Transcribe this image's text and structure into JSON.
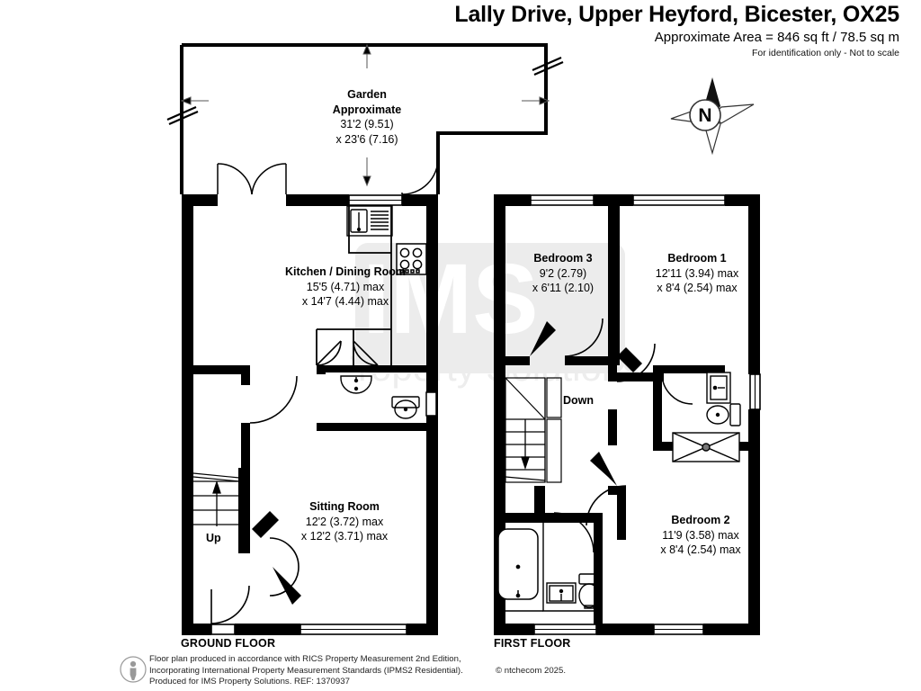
{
  "header": {
    "title": "Lally Drive, Upper Heyford, Bicester, OX25",
    "area": "Approximate Area = 846 sq ft / 78.5 sq m",
    "disclaimer": "For identification only - Not to scale"
  },
  "compass": {
    "label": "N",
    "name": "compass-rose"
  },
  "watermark": {
    "line1": "IMS",
    "line2": "Property Solutions"
  },
  "ground_floor": {
    "caption": "GROUND FLOOR",
    "rooms": [
      {
        "name": "Garden",
        "sub": "Approximate",
        "dim1": "31'2 (9.51)",
        "dim2": "x 23'6 (7.16)"
      },
      {
        "name": "Kitchen / Dining Room",
        "dim1": "15'5 (4.71) max",
        "dim2": "x 14'7 (4.44) max"
      },
      {
        "name": "Sitting Room",
        "dim1": "12'2 (3.72) max",
        "dim2": "x 12'2 (3.71) max"
      }
    ],
    "stair_label": "Up"
  },
  "first_floor": {
    "caption": "FIRST FLOOR",
    "rooms": [
      {
        "name": "Bedroom 3",
        "dim1": "9'2 (2.79)",
        "dim2": "x 6'11 (2.10)"
      },
      {
        "name": "Bedroom 1",
        "dim1": "12'11 (3.94) max",
        "dim2": "x 8'4 (2.54) max"
      },
      {
        "name": "Bedroom 2",
        "dim1": "11'9 (3.58) max",
        "dim2": "x 8'4 (2.54) max"
      }
    ],
    "stair_label": "Down"
  },
  "footer": {
    "line1": "Floor plan produced in accordance with RICS Property Measurement 2nd Edition,",
    "line2": "Incorporating International Property Measurement Standards (IPMS2 Residential).",
    "line3": "Produced for IMS Property Solutions.   REF:    1370937",
    "copyright": "© ntchecom 2025.",
    "info_icon": "person-info-icon"
  },
  "colors": {
    "wall": "#000000",
    "paper": "#ffffff",
    "watermark": "#e8e8e8",
    "thin": "#1a1a1a"
  }
}
